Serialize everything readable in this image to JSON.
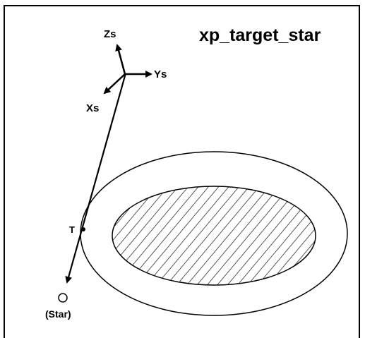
{
  "title": "xp_target_star",
  "axes": {
    "z": "Zs",
    "y": "Ys",
    "x": "Xs"
  },
  "point_label": "T",
  "star_label": "(Star)"
}
